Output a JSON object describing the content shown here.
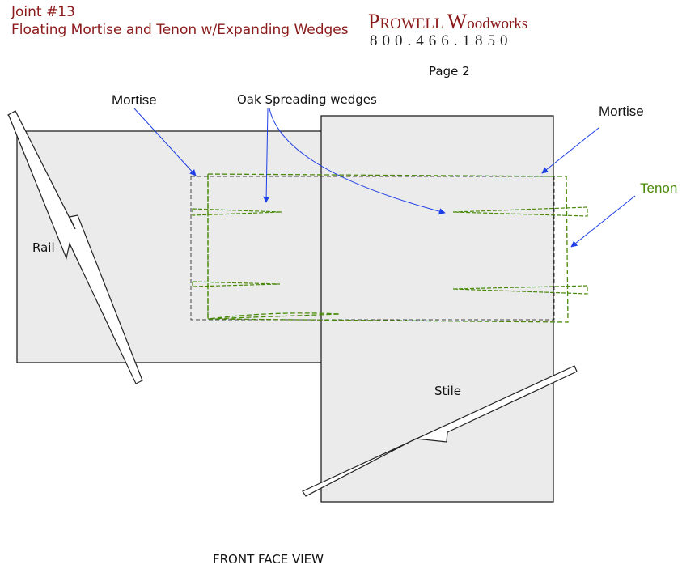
{
  "header": {
    "joint_number": "Joint #13",
    "joint_title": "Floating Mortise and  Tenon w/Expanding Wedges",
    "brand_part1_cap": "P",
    "brand_part1_rest": "ROWELL",
    "brand_part2_cap": "W",
    "brand_part2_rest": "oodworks",
    "phone": "800.466.1850",
    "page": "Page 2"
  },
  "labels": {
    "mortise_left": "Mortise",
    "oak_wedges": "Oak Spreading wedges",
    "mortise_right": "Mortise",
    "tenon": "Tenon",
    "rail": "Rail",
    "stile": "Stile"
  },
  "footer": {
    "view": "FRONT FACE  VIEW"
  },
  "colors": {
    "wood_fill": "#ebebeb",
    "outline": "#222222",
    "tenon_green": "#4a8a0a",
    "mortise_dash": "#444444",
    "arrow_blue": "#1e3ee6",
    "title_red": "#8b1a1a"
  }
}
